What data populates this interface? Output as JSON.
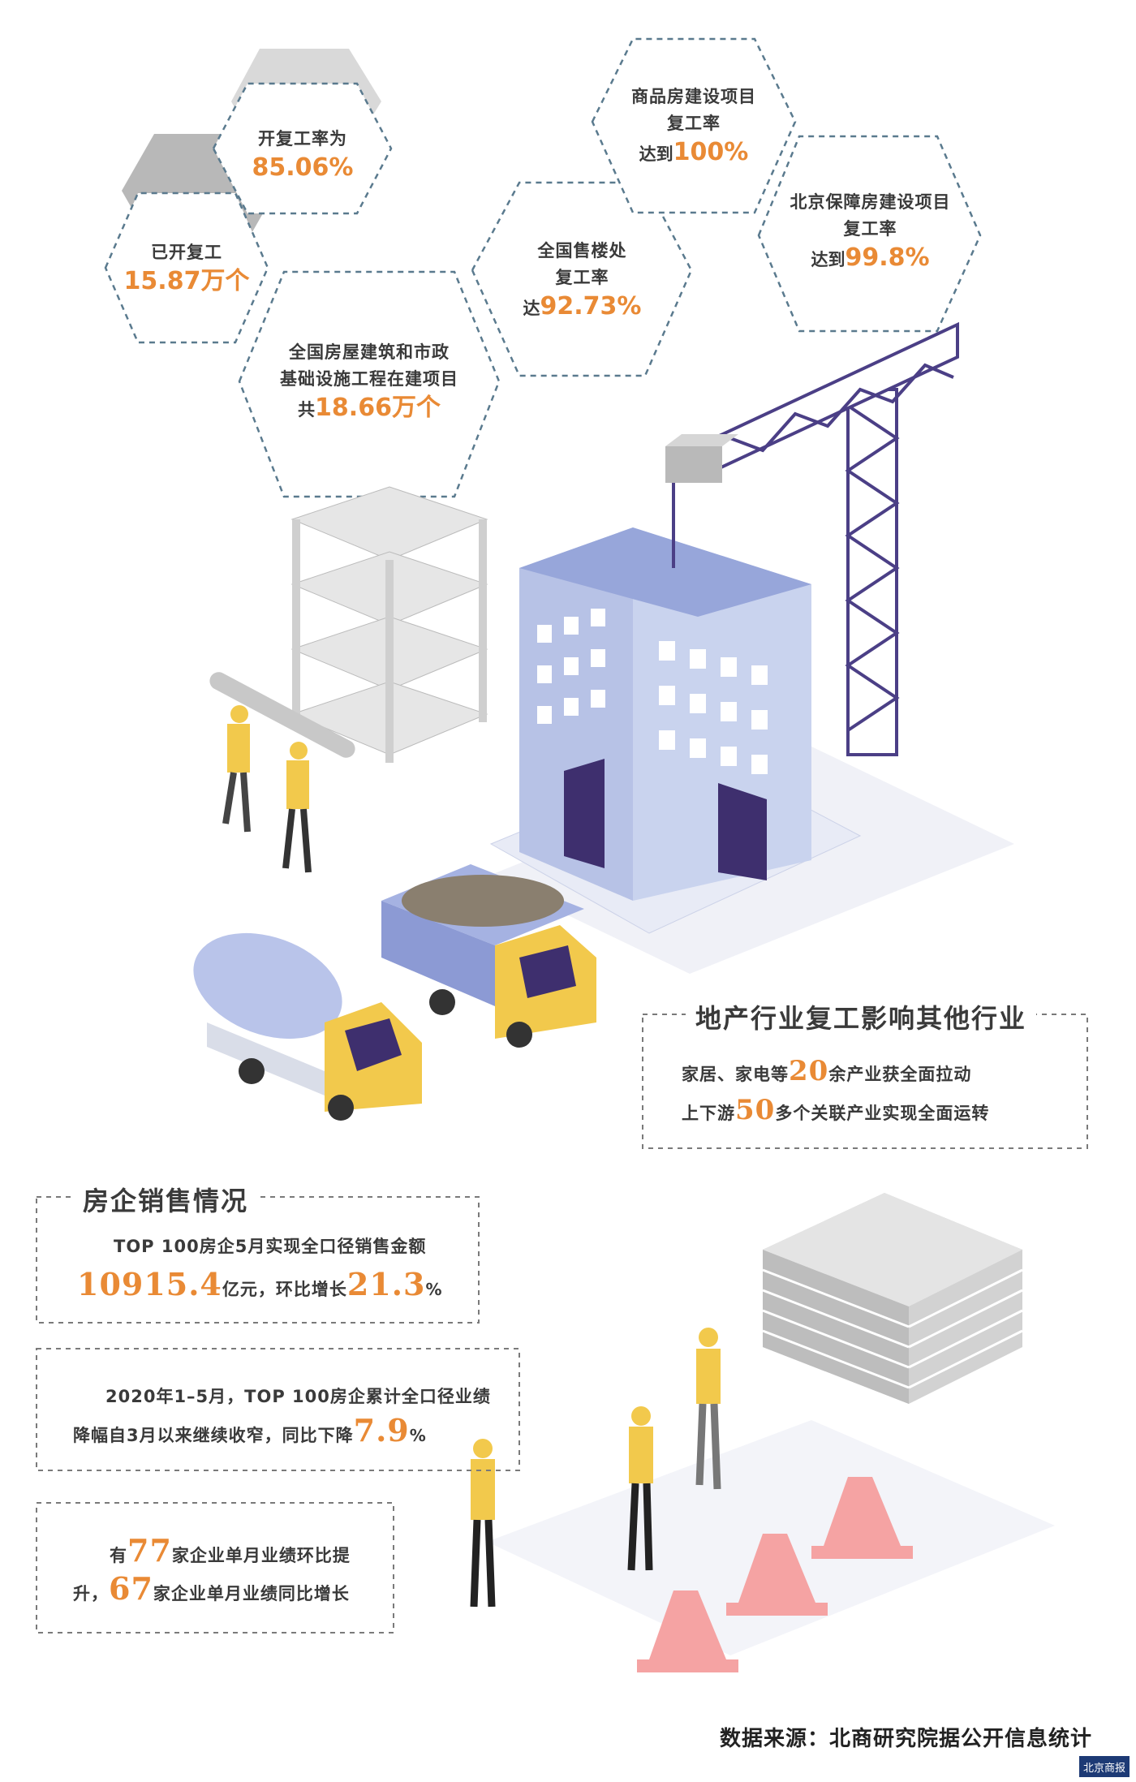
{
  "hexes": [
    {
      "lines": [
        "开复工率为"
      ],
      "value": "85.06%",
      "prefix": ""
    },
    {
      "lines": [
        "已开复工"
      ],
      "value": "15.87万个",
      "prefix": ""
    },
    {
      "lines": [
        "全国房屋建筑和市政",
        "基础设施工程在建项目"
      ],
      "value": "18.66万个",
      "prefix": "共"
    },
    {
      "lines": [
        "全国售楼处",
        "复工率"
      ],
      "value": "92.73%",
      "prefix": "达"
    },
    {
      "lines": [
        "商品房建设项目",
        "复工率"
      ],
      "value": "100%",
      "prefix": "达到"
    },
    {
      "lines": [
        "北京保障房建设项目",
        "复工率"
      ],
      "value": "99.8%",
      "prefix": "达到"
    }
  ],
  "industry": {
    "title": "地产行业复工影响其他行业",
    "l1_pre": "家居、家电等",
    "l1_num": "20",
    "l1_post": "余产业获全面拉动",
    "l2_pre": "上下游",
    "l2_num": "50",
    "l2_post": "多个关联产业实现全面运转"
  },
  "sales": {
    "title": "房企销售情况",
    "b1_l1": "TOP 100房企5月实现全口径销售金额",
    "b1_num1": "10915.4",
    "b1_mid": "亿元，环比增长",
    "b1_num2": "21.3",
    "b1_pct": "%",
    "b2_l1": "2020年1–5月，TOP 100房企累计全口径业绩",
    "b2_pre": "降幅自3月以来继续收窄，同比下降",
    "b2_num": "7.9",
    "b2_pct": "%",
    "b3_pre1": "有",
    "b3_num1": "77",
    "b3_post1": "家企业单月业绩环比提",
    "b3_pre2": "升，",
    "b3_num2": "67",
    "b3_post2": "家企业单月业绩同比增长"
  },
  "source": "数据来源：北商研究院据公开信息统计",
  "logo": "北京商报",
  "colors": {
    "accent": "#e98a35",
    "building": "#c9d3ee",
    "crane": "#4b3f86",
    "truck": "#f2c94c",
    "border": "#5a7a8e"
  }
}
